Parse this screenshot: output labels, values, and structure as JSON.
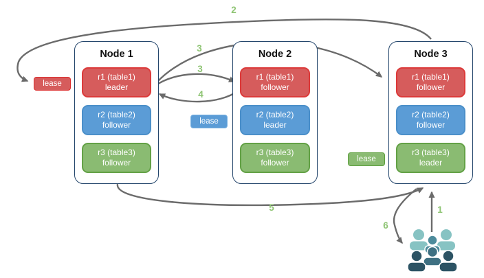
{
  "nodes": [
    {
      "title": "Node 1",
      "replicas": [
        {
          "name": "r1 (table1)",
          "role": "leader"
        },
        {
          "name": "r2 (table2)",
          "role": "follower"
        },
        {
          "name": "r3 (table3)",
          "role": "follower"
        }
      ]
    },
    {
      "title": "Node 2",
      "replicas": [
        {
          "name": "r1 (table1)",
          "role": "follower"
        },
        {
          "name": "r2 (table2)",
          "role": "leader"
        },
        {
          "name": "r3 (table3)",
          "role": "follower"
        }
      ]
    },
    {
      "title": "Node 3",
      "replicas": [
        {
          "name": "r1 (table1)",
          "role": "follower"
        },
        {
          "name": "r2 (table2)",
          "role": "follower"
        },
        {
          "name": "r3 (table3)",
          "role": "leader"
        }
      ]
    }
  ],
  "leases": [
    {
      "label": "lease",
      "color": "#d65c5c"
    },
    {
      "label": "lease",
      "color": "#5b9cd6"
    },
    {
      "label": "lease",
      "color": "#8abb72"
    }
  ],
  "steps": [
    {
      "label": "1"
    },
    {
      "label": "2"
    },
    {
      "label": "3"
    },
    {
      "label": "3"
    },
    {
      "label": "4"
    },
    {
      "label": "5"
    },
    {
      "label": "6"
    }
  ],
  "colors": {
    "replica_red": "#d65c5c",
    "replica_blue": "#5b9cd6",
    "replica_green": "#8abb72",
    "node_border": "#23456b",
    "arrow": "#6b6b6b",
    "step_number": "#8ec473",
    "users_light": "#87c3c3",
    "users_medium": "#4d8b9b",
    "users_dark": "#2c5364"
  }
}
